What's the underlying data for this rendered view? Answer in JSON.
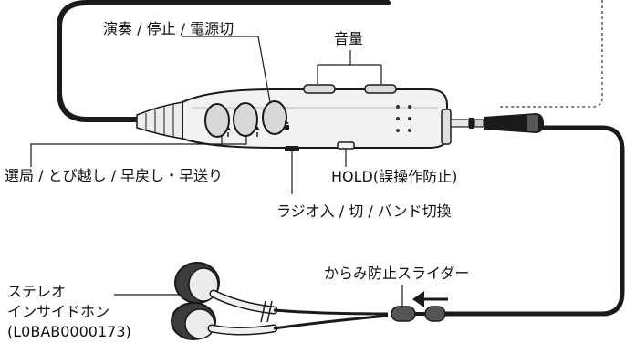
{
  "labels": {
    "play_stop_power": "演奏 / 停止 / 電源切",
    "volume": "音量",
    "station_skip": "選局 / とび越し / 早戻し・早送り",
    "hold": "HOLD(誤操作防止)",
    "radio_band": "ラジオ入 / 切 / バンド切換",
    "cord_slider": "からみ防止スライダー",
    "earphones_line1": "ステレオ",
    "earphones_line2": "インサイドホン",
    "earphones_line3": "(L0BAB0000173)"
  },
  "icons": [
    "play-stop-symbol",
    "skip-back-symbol",
    "skip-forward-symbol",
    "arrow-left-icon"
  ]
}
